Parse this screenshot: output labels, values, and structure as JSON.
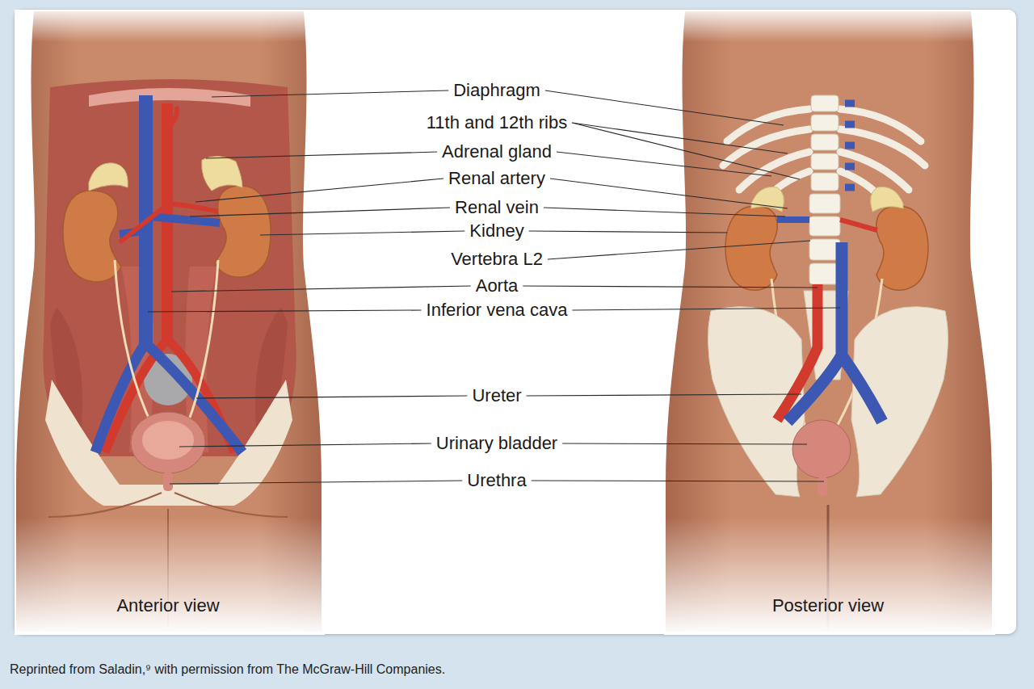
{
  "diagram": {
    "caption": "Reprinted from Saladin,⁹ with permission from The McGraw-Hill Companies.",
    "labels": [
      "Diaphragm",
      "11th and 12th ribs",
      "Adrenal gland",
      "Renal artery",
      "Renal vein",
      "Kidney",
      "Vertebra L2",
      "Aorta",
      "Inferior vena cava",
      "Ureter",
      "Urinary bladder",
      "Urethra",
      "Anterior view",
      "Posterior view"
    ]
  }
}
